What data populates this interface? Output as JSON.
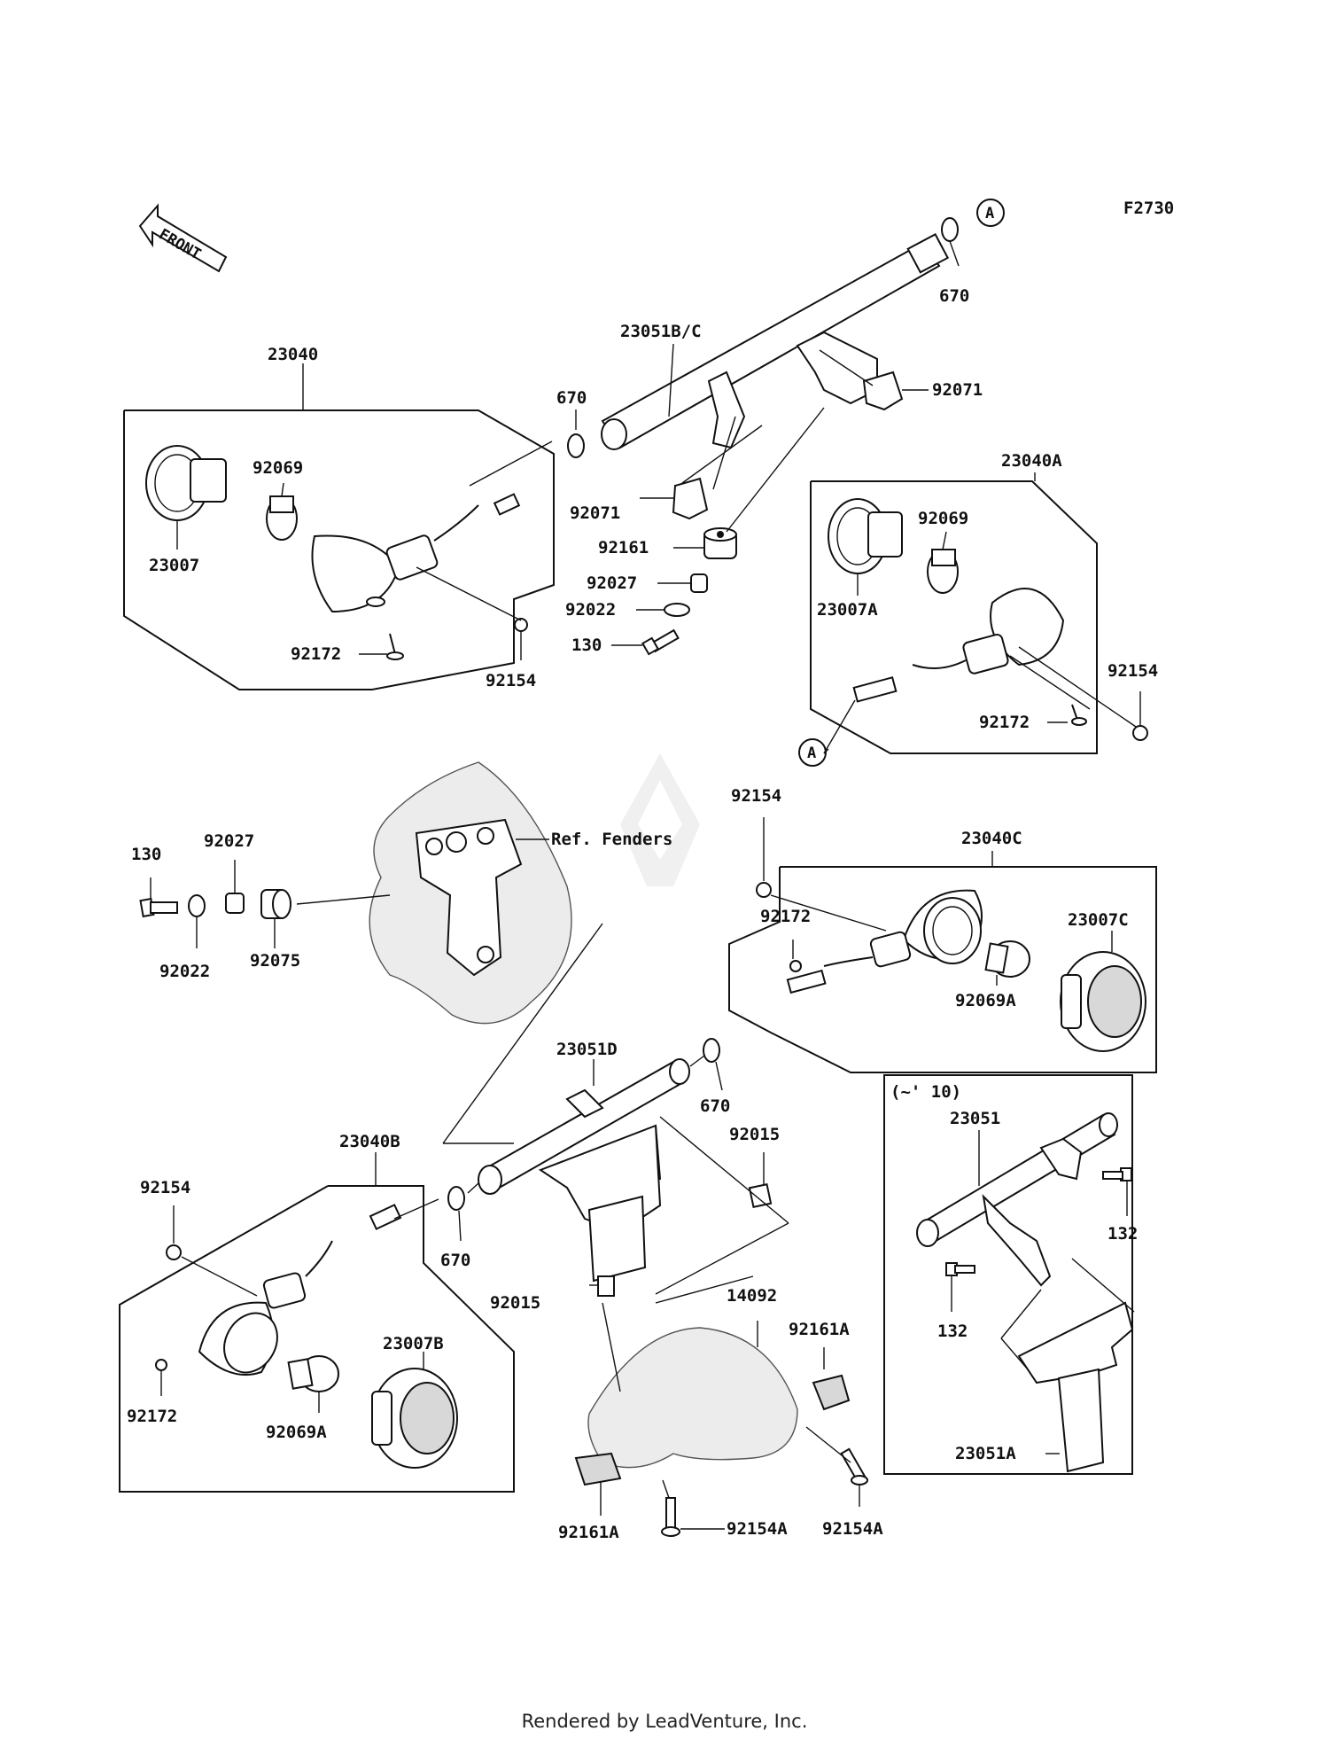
{
  "figure_code": "F2730",
  "front_label": "FRONT",
  "ref_label": "Ref. Fenders",
  "variant_label": "(~' 10)",
  "marker": "A",
  "footer": "Rendered by LeadVenture, Inc.",
  "parts": {
    "p23040": "23040",
    "p23040A": "23040A",
    "p23040B": "23040B",
    "p23040C": "23040C",
    "p23051BC": "23051B/C",
    "p23051D": "23051D",
    "p23051": "23051",
    "p23051A": "23051A",
    "p23007": "23007",
    "p23007A": "23007A",
    "p23007B": "23007B",
    "p23007C": "23007C",
    "p92069": "92069",
    "p92069A": "92069A",
    "p92071": "92071",
    "p92161": "92161",
    "p92161A": "92161A",
    "p92027": "92027",
    "p92022": "92022",
    "p92075": "92075",
    "p92015": "92015",
    "p92154": "92154",
    "p92154A": "92154A",
    "p92172": "92172",
    "p670": "670",
    "p130": "130",
    "p132": "132",
    "p14092": "14092"
  }
}
